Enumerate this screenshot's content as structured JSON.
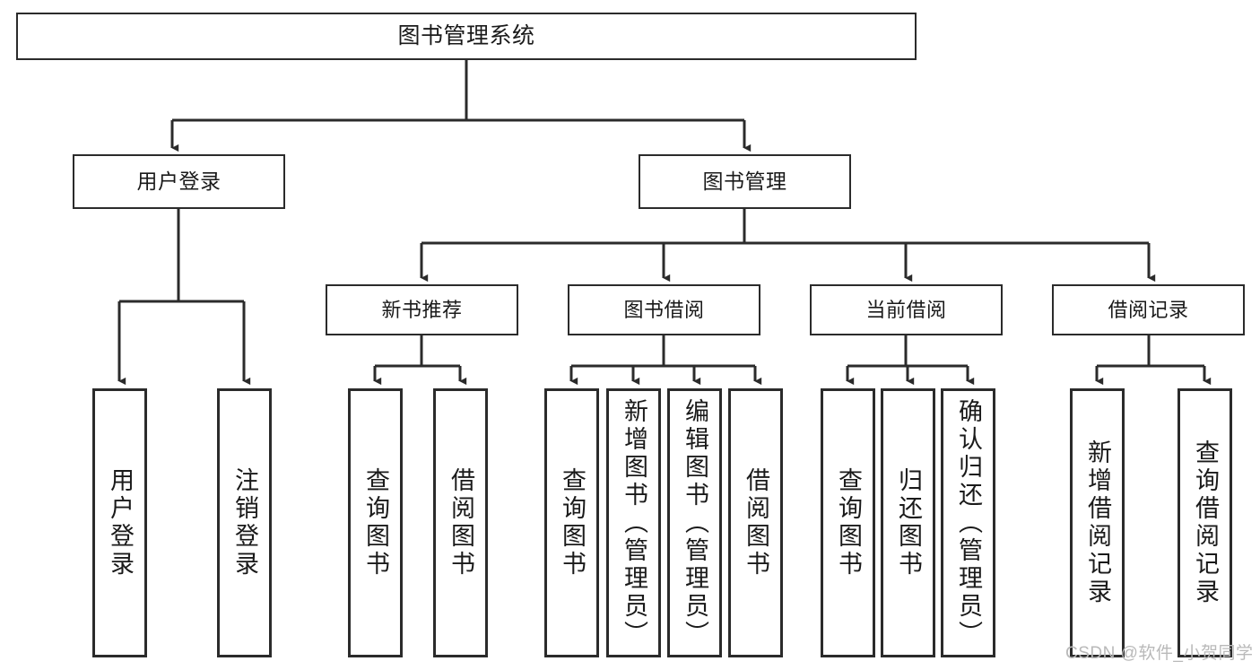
{
  "diagram": {
    "type": "tree",
    "title": "图书管理系统",
    "root": {
      "label": "图书管理系统"
    },
    "level1": [
      {
        "label": "用户登录"
      },
      {
        "label": "图书管理"
      }
    ],
    "level2": [
      {
        "label": "新书推荐"
      },
      {
        "label": "图书借阅"
      },
      {
        "label": "当前借阅"
      },
      {
        "label": "借阅记录"
      }
    ],
    "leaves": {
      "user_login": [
        {
          "label": "用户登录"
        },
        {
          "label": "注销登录"
        }
      ],
      "new_book_recommend": [
        {
          "label": "查询图书"
        },
        {
          "label": "借阅图书"
        }
      ],
      "book_borrow": [
        {
          "label": "查询图书"
        },
        {
          "label": "新增图书（管理员）"
        },
        {
          "label": "编辑图书（管理员）"
        },
        {
          "label": "借阅图书"
        }
      ],
      "current_borrow": [
        {
          "label": "查询图书"
        },
        {
          "label": "归还图书"
        },
        {
          "label": "确认归还（管理员）"
        }
      ],
      "borrow_record": [
        {
          "label": "新增借阅记录"
        },
        {
          "label": "查询借阅记录"
        }
      ]
    }
  },
  "watermark": {
    "text": "CSDN @软件_小贺同学"
  },
  "colors": {
    "line": "#2b2b2b",
    "box_border": "#2b2b2b",
    "box_fill": "#ffffff",
    "text": "#1a1a1a",
    "watermark": "#b9b9b9",
    "background": "#ffffff"
  }
}
